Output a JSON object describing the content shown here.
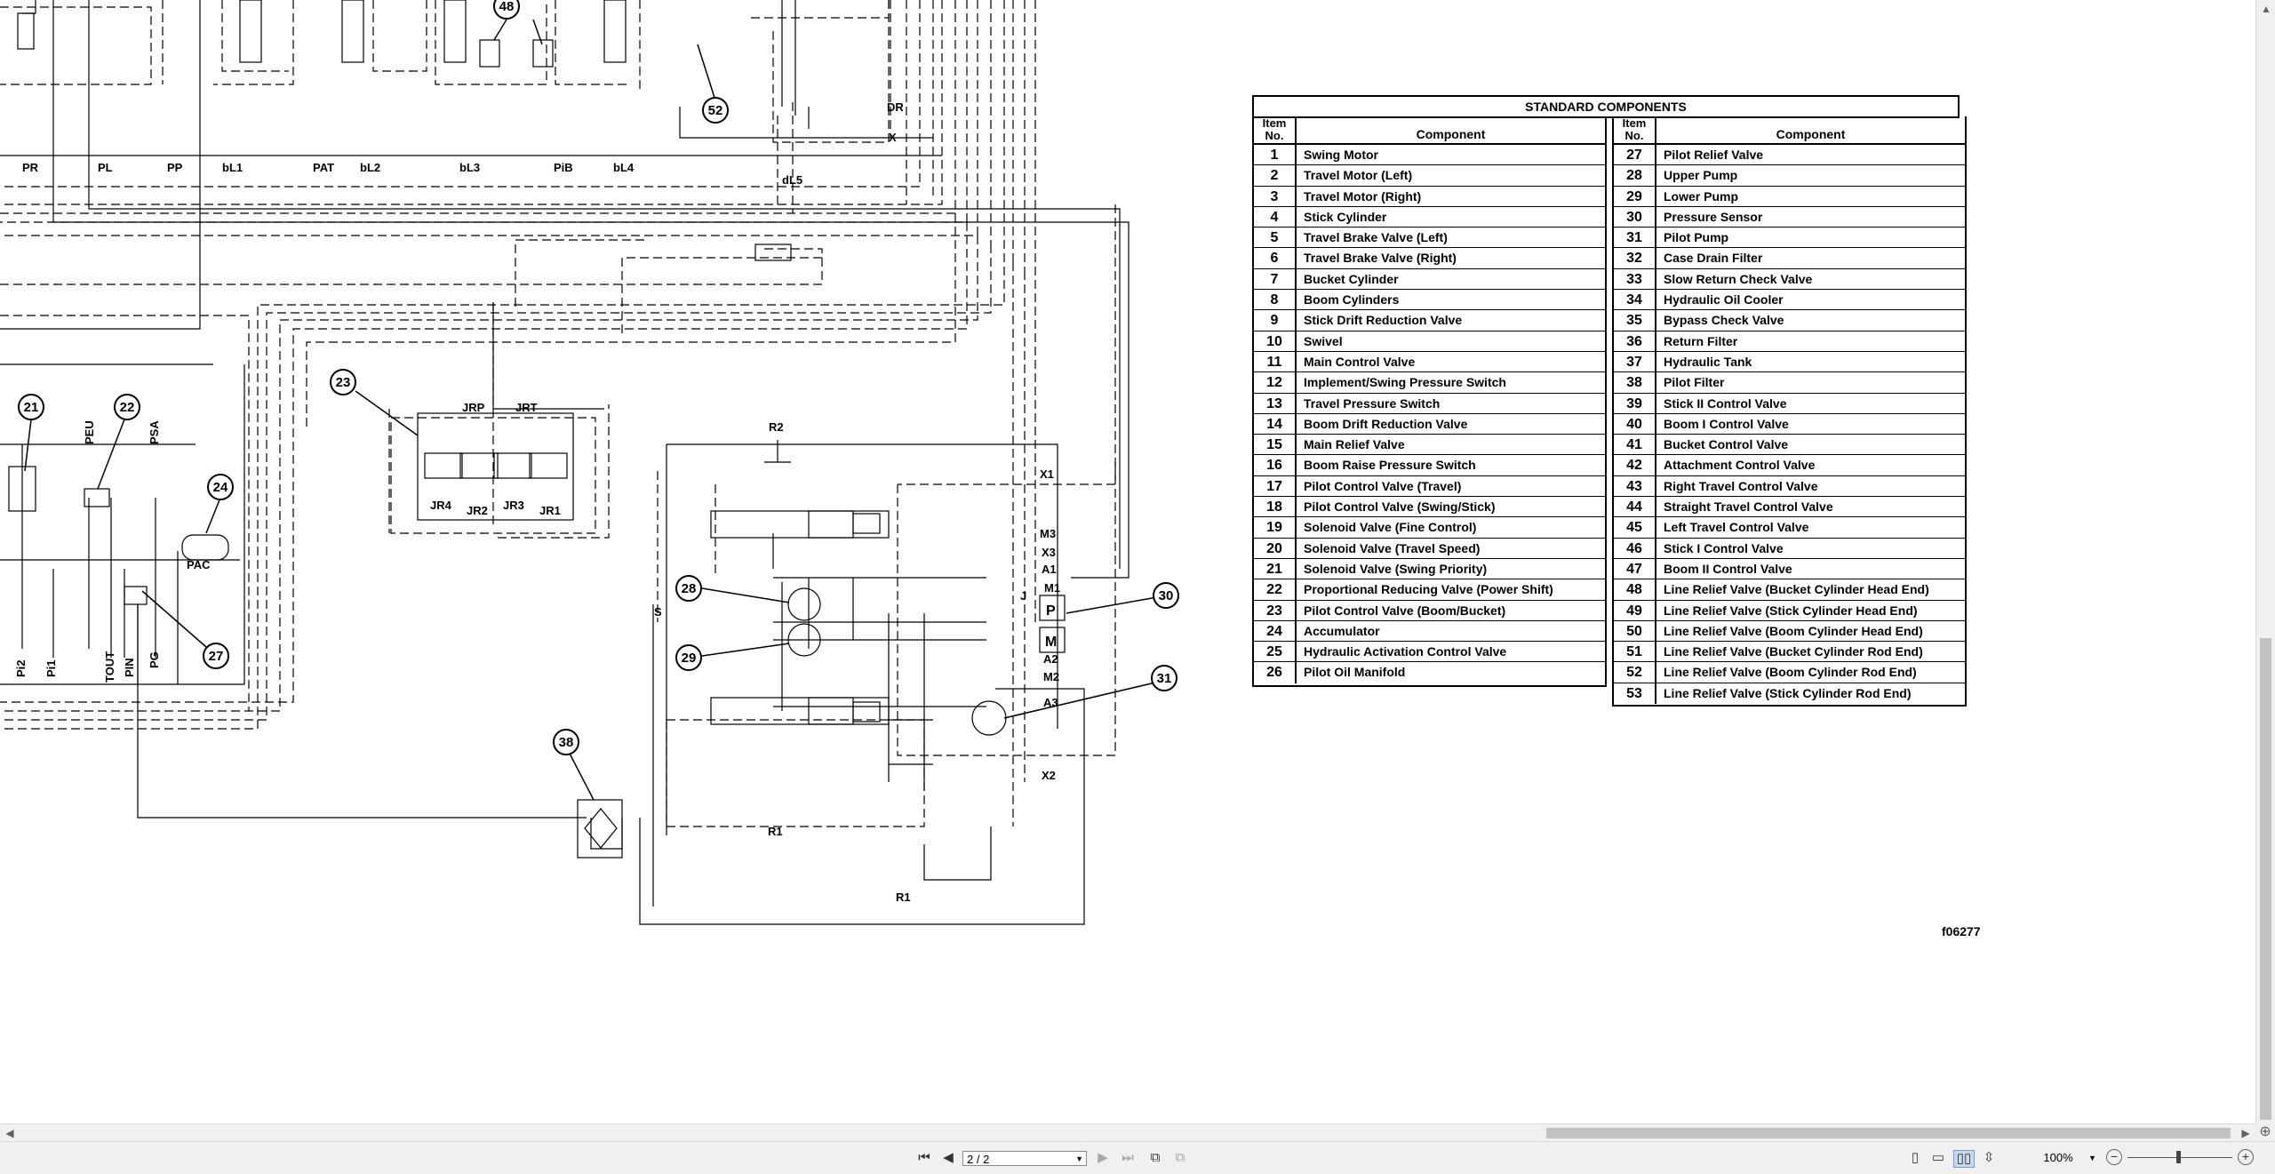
{
  "table": {
    "title": "STANDARD COMPONENTS",
    "header_item": "Item\nNo.",
    "header_component": "Component",
    "left": [
      {
        "no": "1",
        "name": "Swing Motor"
      },
      {
        "no": "2",
        "name": "Travel Motor (Left)"
      },
      {
        "no": "3",
        "name": "Travel Motor (Right)"
      },
      {
        "no": "4",
        "name": "Stick Cylinder"
      },
      {
        "no": "5",
        "name": "Travel Brake Valve (Left)"
      },
      {
        "no": "6",
        "name": "Travel Brake Valve (Right)"
      },
      {
        "no": "7",
        "name": "Bucket Cylinder"
      },
      {
        "no": "8",
        "name": "Boom Cylinders"
      },
      {
        "no": "9",
        "name": "Stick Drift Reduction Valve"
      },
      {
        "no": "10",
        "name": "Swivel"
      },
      {
        "no": "11",
        "name": "Main Control Valve"
      },
      {
        "no": "12",
        "name": "Implement/Swing Pressure Switch"
      },
      {
        "no": "13",
        "name": "Travel Pressure Switch"
      },
      {
        "no": "14",
        "name": "Boom Drift Reduction Valve"
      },
      {
        "no": "15",
        "name": "Main Relief Valve"
      },
      {
        "no": "16",
        "name": "Boom Raise Pressure Switch"
      },
      {
        "no": "17",
        "name": "Pilot Control Valve (Travel)"
      },
      {
        "no": "18",
        "name": "Pilot Control Valve (Swing/Stick)"
      },
      {
        "no": "19",
        "name": "Solenoid Valve (Fine Control)"
      },
      {
        "no": "20",
        "name": "Solenoid Valve (Travel Speed)"
      },
      {
        "no": "21",
        "name": "Solenoid Valve (Swing Priority)"
      },
      {
        "no": "22",
        "name": "Proportional Reducing Valve (Power Shift)"
      },
      {
        "no": "23",
        "name": "Pilot Control Valve (Boom/Bucket)"
      },
      {
        "no": "24",
        "name": "Accumulator"
      },
      {
        "no": "25",
        "name": "Hydraulic Activation Control Valve"
      },
      {
        "no": "26",
        "name": "Pilot Oil Manifold"
      }
    ],
    "right": [
      {
        "no": "27",
        "name": "Pilot Relief Valve"
      },
      {
        "no": "28",
        "name": "Upper Pump"
      },
      {
        "no": "29",
        "name": "Lower Pump"
      },
      {
        "no": "30",
        "name": "Pressure Sensor"
      },
      {
        "no": "31",
        "name": "Pilot Pump"
      },
      {
        "no": "32",
        "name": "Case Drain Filter"
      },
      {
        "no": "33",
        "name": "Slow Return Check Valve"
      },
      {
        "no": "34",
        "name": "Hydraulic Oil Cooler"
      },
      {
        "no": "35",
        "name": "Bypass Check Valve"
      },
      {
        "no": "36",
        "name": "Return Filter"
      },
      {
        "no": "37",
        "name": "Hydraulic Tank"
      },
      {
        "no": "38",
        "name": "Pilot Filter"
      },
      {
        "no": "39",
        "name": "Stick II Control Valve"
      },
      {
        "no": "40",
        "name": "Boom I Control Valve"
      },
      {
        "no": "41",
        "name": "Bucket Control Valve"
      },
      {
        "no": "42",
        "name": "Attachment Control Valve"
      },
      {
        "no": "43",
        "name": "Right Travel Control Valve"
      },
      {
        "no": "44",
        "name": "Straight Travel Control Valve"
      },
      {
        "no": "45",
        "name": "Left Travel Control Valve"
      },
      {
        "no": "46",
        "name": "Stick I Control Valve"
      },
      {
        "no": "47",
        "name": "Boom II Control Valve"
      },
      {
        "no": "48",
        "name": "Line Relief Valve (Bucket Cylinder Head End)"
      },
      {
        "no": "49",
        "name": "Line Relief Valve (Stick Cylinder Head End)"
      },
      {
        "no": "50",
        "name": "Line Relief Valve (Boom Cylinder Head End)"
      },
      {
        "no": "51",
        "name": " Line Relief Valve (Bucket Cylinder Rod End)"
      },
      {
        "no": "52",
        "name": "Line Relief Valve (Boom Cylinder Rod End)"
      },
      {
        "no": "53",
        "name": " Line Relief Valve (Stick Cylinder Rod End)"
      }
    ]
  },
  "figure_id": "f06277",
  "diagram": {
    "port_labels": {
      "PR": "PR",
      "PL": "PL",
      "PP": "PP",
      "bL1": "bL1",
      "PAT": "PAT",
      "bL2": "bL2",
      "bL3": "bL3",
      "PiB": "PiB",
      "bL4": "bL4",
      "DR": "DR",
      "X": "X",
      "dL5": "dL5",
      "JRP": "JRP",
      "JRT": "JRT",
      "JR4": "JR4",
      "JR2": "JR2",
      "JR3": "JR3",
      "JR1": "JR1",
      "PEU": "PEU",
      "PSA": "PSA",
      "PAC": "PAC",
      "Pi2": "Pi2",
      "Pi1": "Pi1",
      "TOUT": "TOUT",
      "PIN": "PIN",
      "PG": "PG",
      "R2": "R2",
      "X1": "X1",
      "M3": "M3",
      "X3": "X3",
      "A1": "A1",
      "M1": "M1",
      "J": "J",
      "S": "S",
      "A2": "A2",
      "M2": "M2",
      "A3": "A3",
      "X2": "X2",
      "R1a": "R1",
      "R1b": "R1",
      "P": "P",
      "M": "M"
    },
    "callouts": {
      "c48": "48",
      "c52": "52",
      "c21": "21",
      "c22": "22",
      "c23": "23",
      "c24": "24",
      "c27": "27",
      "c28": "28",
      "c29": "29",
      "c30": "30",
      "c31": "31",
      "c38": "38"
    }
  },
  "statusbar": {
    "page": "2 / 2",
    "zoom": "100%",
    "buttons": {
      "first": "⏮",
      "prev": "◀",
      "next": "▶",
      "last": "⏭",
      "zoom_minus": "−",
      "zoom_plus": "+"
    }
  },
  "scroll": {
    "up": "▲",
    "down": "▼",
    "left": "◀",
    "right": "▶",
    "corner": "⊕"
  }
}
